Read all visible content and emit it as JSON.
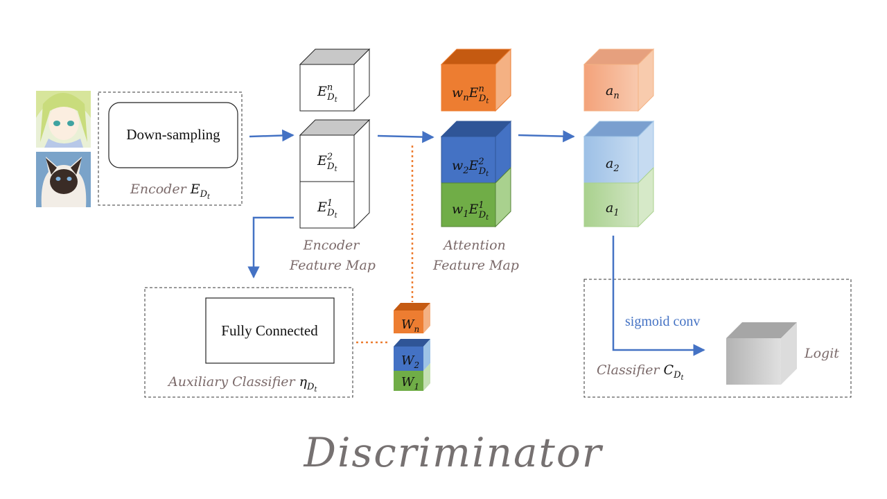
{
  "encoder": {
    "block_label": "Down-sampling",
    "caption_prefix": "Encoder",
    "caption_symbol": "E",
    "caption_sub": "D",
    "caption_subsub": "t"
  },
  "encoder_feature_map": {
    "caption_line1": "Encoder",
    "caption_line2": "Feature Map",
    "cubes": [
      {
        "base": "E",
        "sup": "n",
        "sub": "D",
        "subsub": "t"
      },
      {
        "base": "E",
        "sup": "2",
        "sub": "D",
        "subsub": "t"
      },
      {
        "base": "E",
        "sup": "1",
        "sub": "D",
        "subsub": "t"
      }
    ]
  },
  "attention_feature_map": {
    "caption_line1": "Attention",
    "caption_line2": "Feature Map",
    "cubes": [
      {
        "coef": "w",
        "coef_sub": "n",
        "base": "E",
        "sup": "n",
        "sub": "D",
        "subsub": "t"
      },
      {
        "coef": "w",
        "coef_sub": "2",
        "base": "E",
        "sup": "2",
        "sub": "D",
        "subsub": "t"
      },
      {
        "coef": "w",
        "coef_sub": "1",
        "base": "E",
        "sup": "1",
        "sub": "D",
        "subsub": "t"
      }
    ]
  },
  "output_maps": {
    "cubes": [
      {
        "base": "a",
        "sub": "n"
      },
      {
        "base": "a",
        "sub": "2"
      },
      {
        "base": "a",
        "sub": "1"
      }
    ]
  },
  "weights": {
    "cubes": [
      {
        "base": "W",
        "sub": "n"
      },
      {
        "base": "W",
        "sub": "2"
      },
      {
        "base": "W",
        "sub": "1"
      }
    ]
  },
  "auxiliary": {
    "block_label": "Fully Connected",
    "caption_prefix": "Auxiliary Classifier",
    "caption_symbol": "η",
    "caption_sub": "D",
    "caption_subsub": "t"
  },
  "classifier": {
    "conv_label": "sigmoid conv",
    "caption_prefix": "Classifier",
    "caption_symbol": "C",
    "caption_sub": "D",
    "caption_subsub": "t",
    "output_label": "Logit"
  },
  "title": "Discriminator",
  "colors": {
    "arrow": "#4472c4",
    "dotted": "#ed7d31",
    "caption": "#7b6a6a",
    "orange": "#ed7d31",
    "blue": "#4472c4",
    "green": "#70ad47",
    "gray": "#c8c8c8"
  }
}
